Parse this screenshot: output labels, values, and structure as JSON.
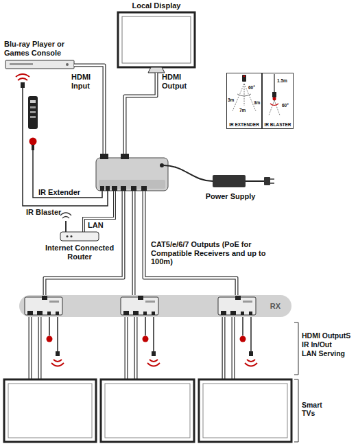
{
  "diagram": {
    "nodes": [
      {
        "text": [
          "Blu-ray Player or Games Console"
        ]
      },
      {
        "text": [
          "Local Display"
        ]
      },
      {
        "text": [
          "IR EXTENDER"
        ]
      },
      {
        "text": [
          "IR BLASTER"
        ]
      },
      {
        "text": [
          "Power Supply"
        ]
      },
      {
        "text": [
          "Internet Connected Router"
        ]
      },
      {
        "text": [
          "RX"
        ]
      }
    ],
    "labels": [
      "HDMI Input",
      "HDMI Output",
      "3m",
      "60°",
      "3m",
      "7m",
      "1.5m",
      "60°",
      "IR Extender",
      "IR Blaster",
      "LAN",
      "CAT5/e/6/7 Outputs (PoE for Compatible Receivers and up to 100m)",
      "HDMI OutputS",
      "IR In/Out",
      "LAN Serving",
      "Smart TVs"
    ]
  }
}
